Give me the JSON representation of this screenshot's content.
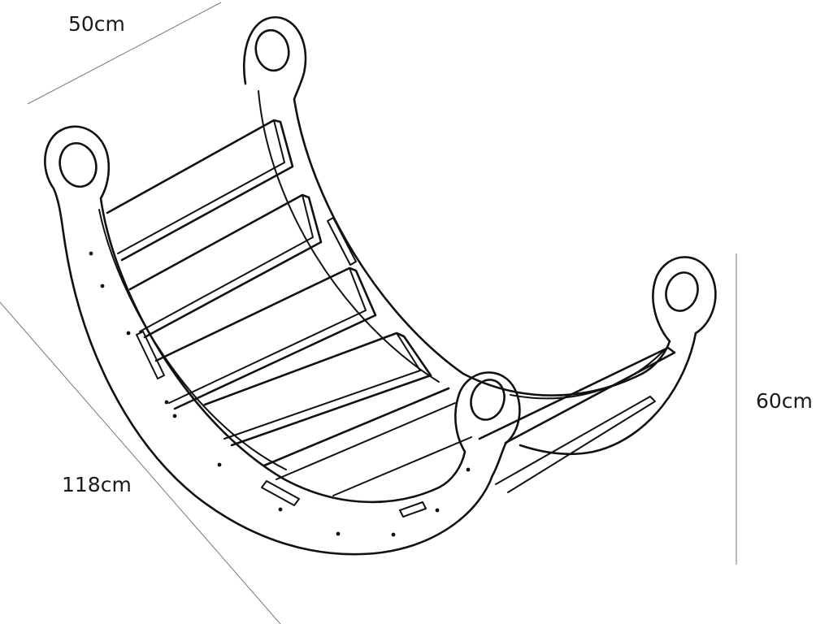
{
  "dimensions": {
    "depth": "50cm",
    "length": "118cm",
    "height": "60cm"
  }
}
